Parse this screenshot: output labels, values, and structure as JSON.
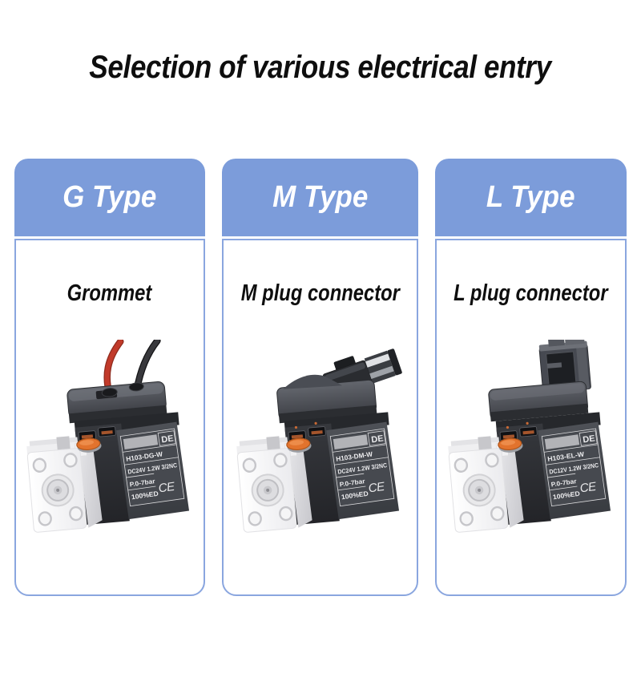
{
  "page": {
    "title": "Selection of various electrical entry"
  },
  "theme": {
    "background": "#FFFFFF",
    "header_blue": "#7C9CDA",
    "card_border_blue": "#8AA6DF",
    "title_black": "#0E0E0E",
    "header_text_white": "#FFFFFF",
    "accent_orange": "#E2732D"
  },
  "columns": [
    {
      "id": "g-type",
      "type_label": "G Type",
      "entry_label": "Grommet",
      "product": {
        "image": "miniature-solenoid-valve-grommet-leadwires",
        "brand": "DE",
        "model": "H103-DG-W",
        "spec": "DC24V 1.2W 3/2NC",
        "pressure": "P.0-7bar",
        "duty": "100%ED",
        "ce_mark": "CE"
      }
    },
    {
      "id": "m-type",
      "type_label": "M Type",
      "entry_label": "M plug connector",
      "product": {
        "image": "miniature-solenoid-valve-m-plug",
        "brand": "DE",
        "model": "H103-DM-W",
        "spec": "DC24V 1.2W 3/2NC",
        "pressure": "P.0-7bar",
        "duty": "100%ED",
        "ce_mark": "CE"
      }
    },
    {
      "id": "l-type",
      "type_label": "L Type",
      "entry_label": "L plug connector",
      "product": {
        "image": "miniature-solenoid-valve-l-plug",
        "brand": "DE",
        "model": "H103-EL-W",
        "spec": "DC12V 1.2W 3/2NC",
        "pressure": "P.0-7bar",
        "duty": "100%ED",
        "ce_mark": "CE"
      }
    }
  ]
}
